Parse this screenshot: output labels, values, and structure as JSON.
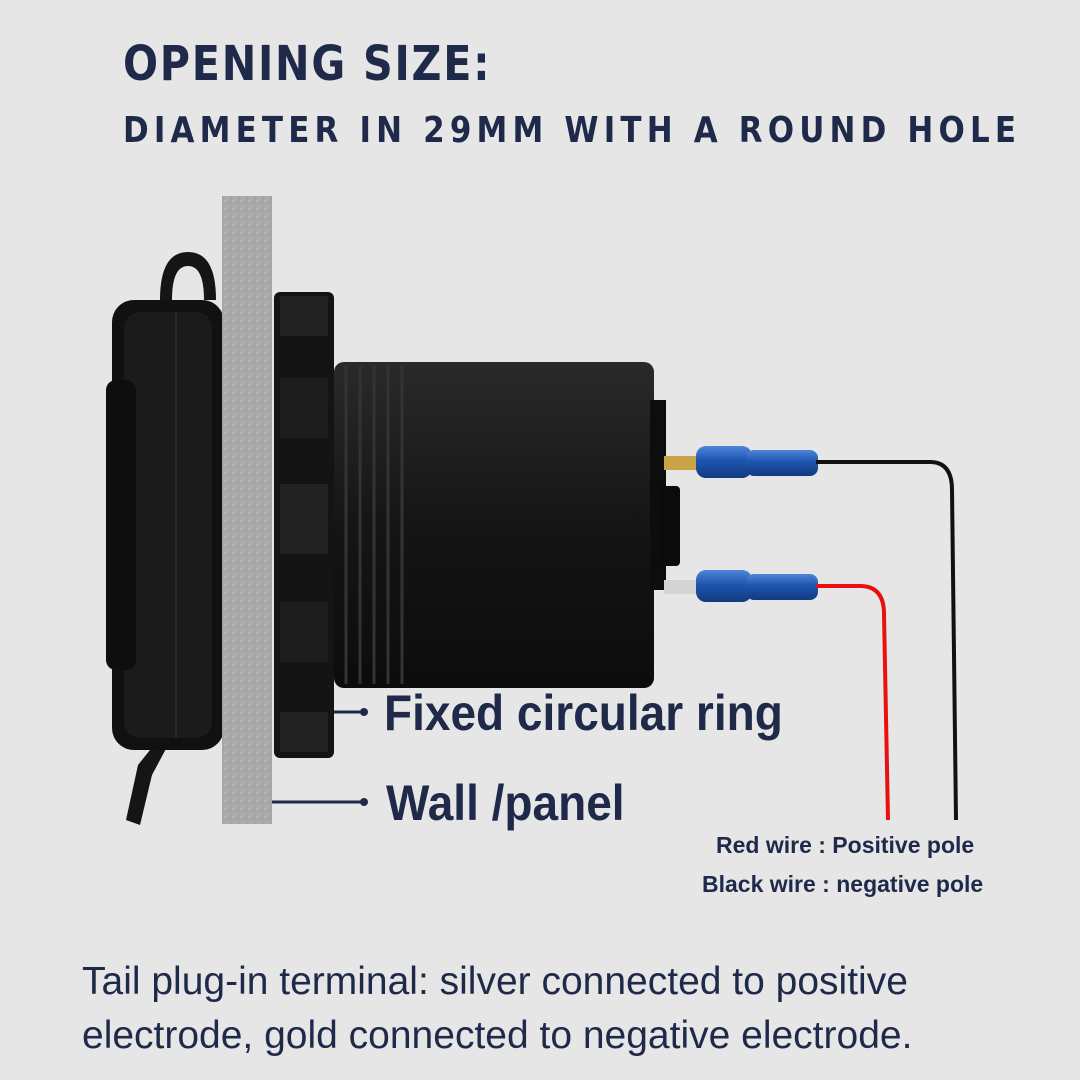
{
  "header": {
    "title": "OPENING SIZE:",
    "subtitle": "DIAMETER IN 29MM WITH A ROUND HOLE"
  },
  "callouts": {
    "ring": "Fixed circular ring",
    "panel": "Wall /panel"
  },
  "wires": {
    "red": "Red wire :  Positive pole",
    "black": "Black wire :  negative pole"
  },
  "footer": {
    "line1": "Tail plug-in terminal: silver connected to positive",
    "line2": "electrode, gold connected to negative electrode."
  },
  "colors": {
    "text": "#1f2a4a",
    "red_wire": "#e81010",
    "black_wire": "#111111",
    "connector": "#1e4fa8",
    "panel": "#a9a9a9"
  }
}
